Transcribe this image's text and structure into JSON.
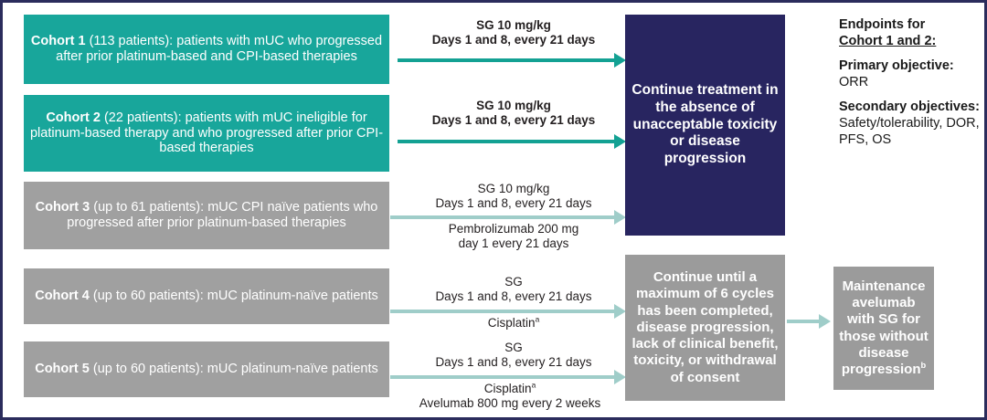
{
  "cohorts": [
    {
      "name": "Cohort 1",
      "count": "(113 patients)",
      "desc": ": patients with mUC who progressed after prior platinum-based and CPI-based therapies",
      "color": "#18a69b"
    },
    {
      "name": "Cohort 2",
      "count": "(22 patients)",
      "desc": ": patients with mUC ineligible for platinum-based therapy and who progressed after prior CPI-based therapies",
      "color": "#18a69b"
    },
    {
      "name": "Cohort 3",
      "count": "(up to 61 patients)",
      "desc": ": mUC CPI naïve patients who progressed after prior platinum-based therapies",
      "color": "#a0a0a0"
    },
    {
      "name": "Cohort 4",
      "count": "(up to 60 patients)",
      "desc": ": mUC platinum-naïve patients",
      "color": "#a0a0a0"
    },
    {
      "name": "Cohort 5",
      "count": "(up to 60 patients)",
      "desc": ": mUC platinum-naïve patients",
      "color": "#a0a0a0"
    }
  ],
  "regimens": {
    "cohort1": {
      "line1": "SG 10 mg/kg",
      "line2": "Days 1 and 8, every 21 days"
    },
    "cohort2": {
      "line1": "SG 10 mg/kg",
      "line2": "Days 1 and 8, every 21 days"
    },
    "cohort3_above": {
      "line1": "SG 10 mg/kg",
      "line2": "Days 1 and 8, every 21 days"
    },
    "cohort3_below": {
      "line1": "Pembrolizumab 200 mg",
      "line2": "day 1 every 21 days"
    },
    "cohort4_above": {
      "line1": "SG",
      "line2": "Days 1 and 8, every 21 days"
    },
    "cohort4_below": {
      "line1": "Cisplatin",
      "sup": "a"
    },
    "cohort5_above": {
      "line1": "SG",
      "line2": "Days 1 and 8, every 21 days"
    },
    "cohort5_below": {
      "line1": "Cisplatin",
      "sup": "a",
      "line2": "Avelumab 800 mg every 2 weeks"
    }
  },
  "outcomes": {
    "navy": "Continue treatment in the absence of unacceptable toxicity or disease progression",
    "gray": "Continue until a maximum of 6 cycles has been completed, disease progression, lack of clinical benefit, toxicity, or withdrawal of consent",
    "maintenance": "Maintenance avelumab with SG for those without disease progression",
    "maintenance_sup": "b"
  },
  "endpoints": {
    "title": "Endpoints for",
    "subtitle": "Cohort 1 and 2:",
    "primary_label": "Primary objective:",
    "primary_value": "ORR",
    "secondary_label": "Secondary objectives:",
    "secondary_value": "Safety/tolerability, DOR, PFS, OS"
  },
  "colors": {
    "teal_box": "#18a69b",
    "gray_box": "#a0a0a0",
    "navy_box": "#282560",
    "arrow_dark": "#13a193",
    "arrow_light": "#9fcdc9",
    "frame": "#2b2c5c"
  }
}
